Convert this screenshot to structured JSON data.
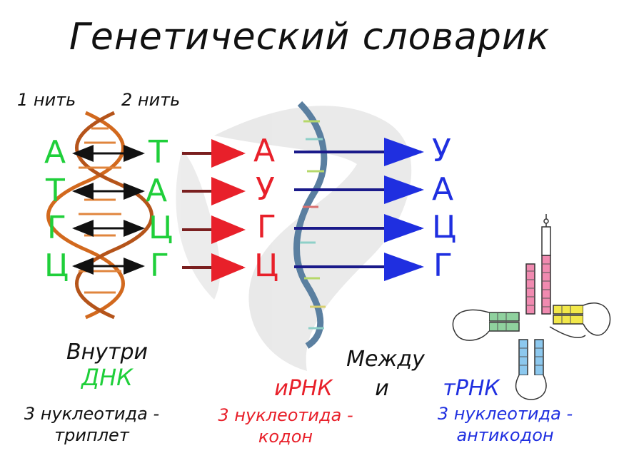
{
  "title": "Генетический словарик",
  "strands": {
    "strand1": "1 нить",
    "strand2": "2 нить"
  },
  "dna": {
    "strand1_bases": [
      "А",
      "Т",
      "Г",
      "Ц"
    ],
    "strand2_bases": [
      "Т",
      "А",
      "Ц",
      "Г"
    ]
  },
  "mrna_bases": [
    "А",
    "У",
    "Г",
    "Ц"
  ],
  "trna_bases": [
    "У",
    "А",
    "Ц",
    "Г"
  ],
  "labels": {
    "inside": "Внутри",
    "dna": "ДНК",
    "between": "Между",
    "and": "и",
    "mrna": "иРНК",
    "trna": "тРНК",
    "triplet_line1": "3 нуклеотида -",
    "triplet_line2": "триплет",
    "codon_line1": "3 нуклеотида -",
    "codon_line2": "кодон",
    "anticodon_line1": "3 нуклеотида -",
    "anticodon_line2": "антикодон"
  },
  "colors": {
    "dna": "#1fcf3a",
    "mrna": "#e8202a",
    "trna": "#1f2fe0",
    "helix": "#d2691e",
    "rna_strand": "#5a7fa0"
  }
}
